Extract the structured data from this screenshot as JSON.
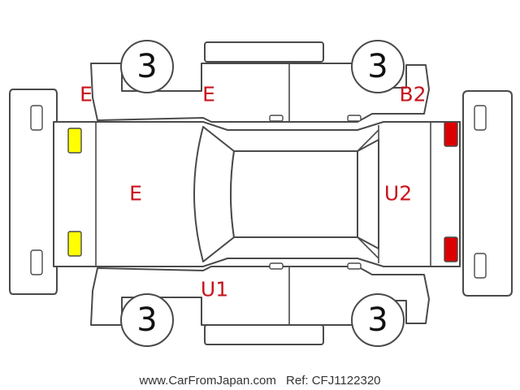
{
  "tires": {
    "front_left": "3",
    "rear_left": "3",
    "front_right": "3",
    "rear_right": "3"
  },
  "damage_codes": {
    "front_left_fender": "E",
    "rear_left_door": "E",
    "rear_left_quarter": "B2",
    "hood": "E",
    "tailgate": "U2",
    "front_right_door": "U1"
  },
  "footer": {
    "site": "www.CarFromJapan.com",
    "ref": "Ref: CFJ1122320"
  },
  "colors": {
    "outline": "#4a4a4a",
    "damage_text": "#c8141e",
    "fog_light": "#ffff00",
    "tail_light": "#dd0000"
  }
}
